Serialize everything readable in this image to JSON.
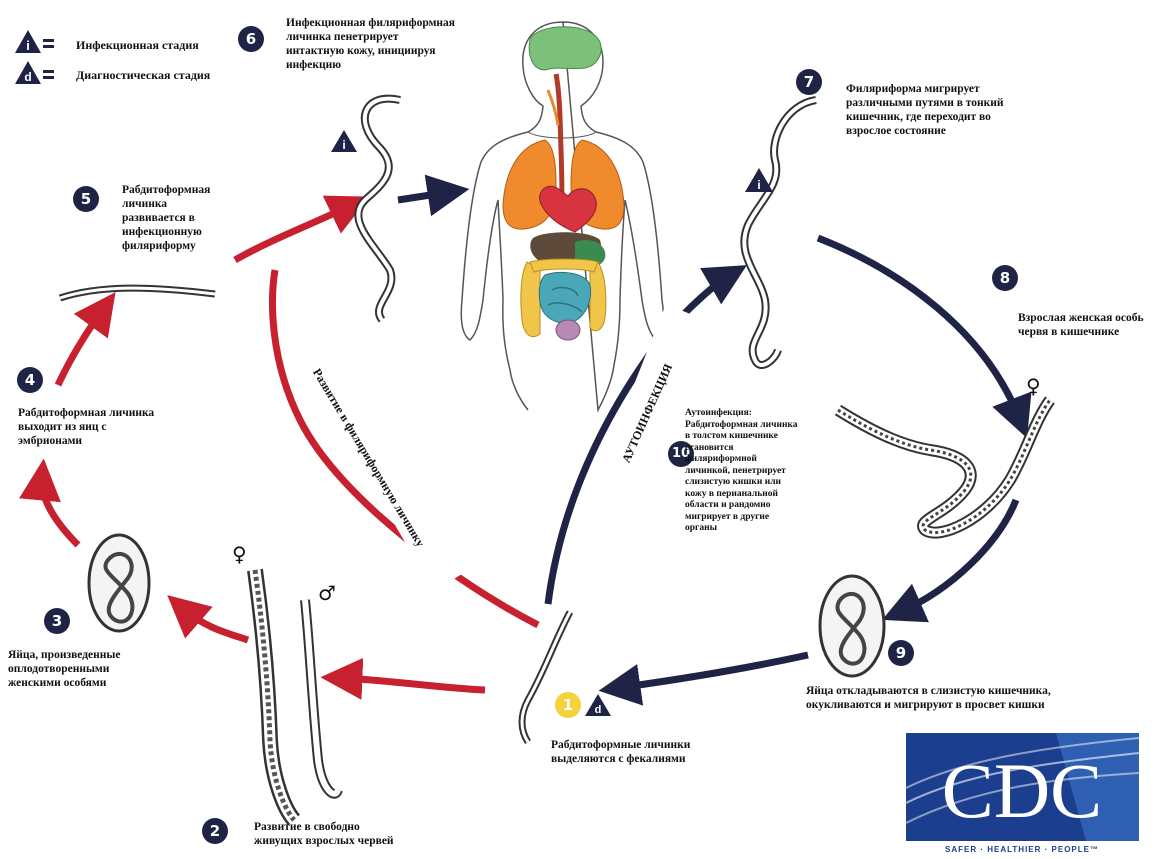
{
  "legend": {
    "infective_symbol": "i",
    "infective_label": "Инфекционная стадия",
    "diagnostic_symbol": "d",
    "diagnostic_label": "Диагностическая стадия",
    "equals": "="
  },
  "steps": [
    {
      "num": "1",
      "text": "Рабдитоформные личинки\nвыделяются с фекалиями"
    },
    {
      "num": "2",
      "text": "Развитие в свободно\nживущих взрослых червей"
    },
    {
      "num": "3",
      "text": "Яйца, произведенные\nоплодотворенными\nженскими особями"
    },
    {
      "num": "4",
      "text": "Рабдитоформная личинка\nвыходит из яиц с\nэмбрионами"
    },
    {
      "num": "5",
      "text": "Рабдитоформная\nличинка\nразвивается в\nинфекционную\nфиляриформу"
    },
    {
      "num": "6",
      "text": "Инфекционная филяриформная\nличинка пенетрирует\nинтактную кожу, инициируя\nинфекцию"
    },
    {
      "num": "7",
      "text": "Филяриформа мигрирует\nразличными путями в тонкий\nкишечник, где переходит во\nвзрослое состояние"
    },
    {
      "num": "8",
      "text": "Взрослая женская особь\nчервя в кишечнике"
    },
    {
      "num": "9",
      "text": "Яйца откладываются в слизистую кишечника,\nокукливаются и мигрируют в просвет кишки"
    },
    {
      "num": "10",
      "text": "Аутоинфекция:\nРабдитоформная личинка\nв толстом кишечнике\nстановится\nфиляриформной\nличинкой, пенетрирует\nслизистую кишки или\nкожу в перианальной\nобласти и рандомно\nмигрирует в другие\nорганы"
    }
  ],
  "route_labels": {
    "filariform": "Развитие в филяриформную личинку",
    "autoinfection": "АУТОИНФЕКЦИЯ"
  },
  "sex_symbols": {
    "female": "♀",
    "male": "♂"
  },
  "logo": {
    "text": "CDC",
    "tagline": "SAFER · HEALTHIER · PEOPLE™"
  },
  "colors": {
    "red_arrow": "#c7202f",
    "navy_arrow": "#1f2447",
    "badge": "#1f2447",
    "badge_yellow": "#f2d33c"
  }
}
